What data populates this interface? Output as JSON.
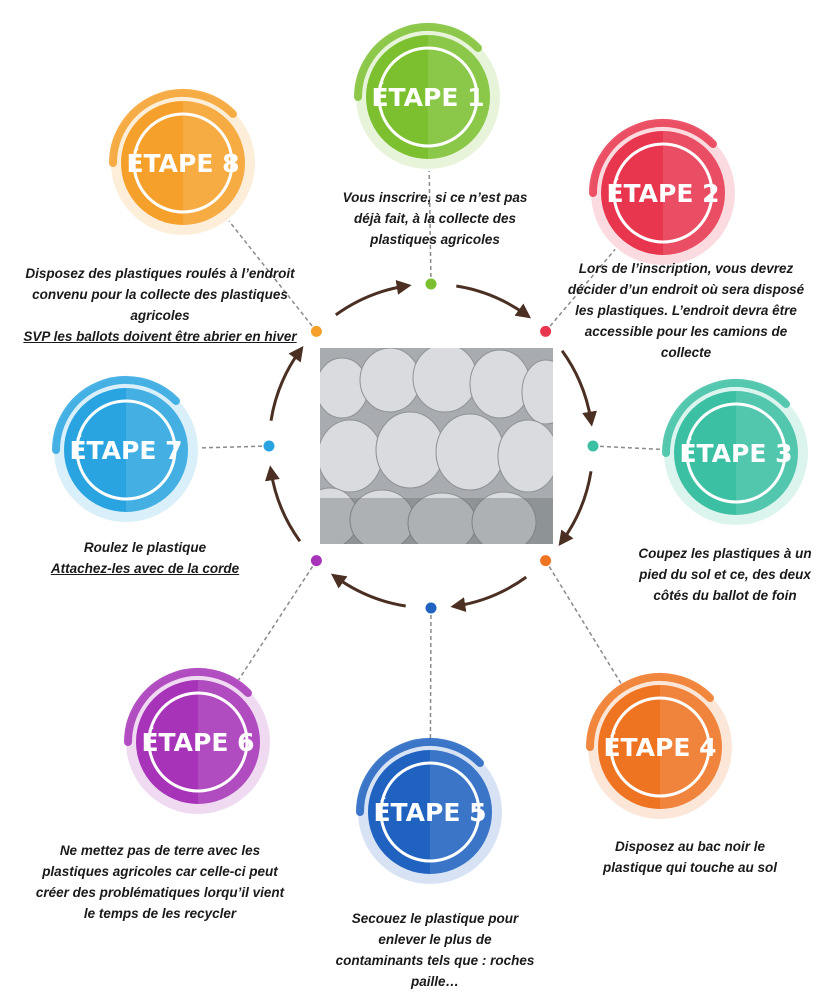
{
  "steps": [
    {
      "title": "ÉTAPE 1",
      "color": "#7cc030",
      "desc": [
        "Vous inscrire, si ce n’est pas",
        "déjà fait, à la collecte des",
        "plastiques agricoles"
      ]
    },
    {
      "title": "ÉTAPE 2",
      "color": "#e8364f",
      "desc": [
        "Lors de l’inscription, vous devrez",
        "décider d’un endroit où sera disposé",
        "les plastiques.  L’endroit devra être",
        "accessible pour les camions de",
        "collecte"
      ]
    },
    {
      "title": "ÉTAPE 3",
      "color": "#3cc0a3",
      "desc": [
        "Coupez les plastiques à un",
        "pied du sol et ce, des deux",
        "côtés du ballot de foin"
      ]
    },
    {
      "title": "ÉTAPE 4",
      "color": "#ee7422",
      "desc": [
        "Disposez au bac noir le",
        "plastique qui touche au sol"
      ]
    },
    {
      "title": "ÉTAPE 5",
      "color": "#1f62c0",
      "desc": [
        "Secouez le plastique pour",
        "enlever le plus de",
        "contaminants tels que : roches",
        "paille…"
      ]
    },
    {
      "title": "ÉTAPE 6",
      "color": "#a633b8",
      "desc": [
        "Ne mettez pas de terre avec les",
        "plastiques agricoles car celle-ci peut",
        "créer des problématiques lorqu’il vient",
        "le temps de les recycler"
      ]
    },
    {
      "title": "ÉTAPE 7",
      "color": "#2aa4e0",
      "desc": [
        "Roulez le plastique"
      ],
      "desc_underlined": "Attachez-les avec de la corde"
    },
    {
      "title": "ÉTAPE 8",
      "color": "#f5a02a",
      "desc": [
        "Disposez des plastiques roulés à l’endroit",
        "convenu pour la collecte des plastiques",
        "agricoles"
      ],
      "desc_underlined": "SVP les ballots doivent être abrier en hiver"
    }
  ],
  "center_image": "hay-bales-wrapped-in-white-plastic",
  "cycle_arrow_color": "#4a2f22"
}
